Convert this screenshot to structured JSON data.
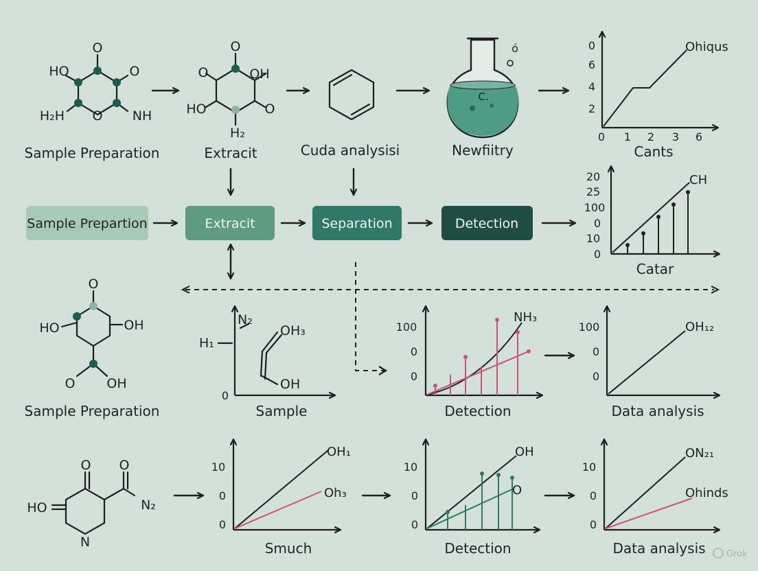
{
  "colors": {
    "background": "#d3e1da",
    "stage_light": "#a7c9b5",
    "stage_mid": "#5f9b80",
    "stage_dark": "#2f7766",
    "stage_darkest": "#1f4d44",
    "pink": "#c8537a",
    "green": "#2f7766",
    "flask_liquid": "#4e9b86",
    "atom_dark": "#1e5c52",
    "atom_light": "#8fb3a3"
  },
  "row1": {
    "mol1": {
      "atoms": [
        "O",
        "HO",
        "O",
        "H₂H",
        "O",
        "NH"
      ],
      "label": "Sample Preparation"
    },
    "mol2": {
      "atoms": [
        "O",
        "O",
        "OH",
        "HO",
        "O",
        "H₂"
      ],
      "label": "Extracit"
    },
    "mol3": {
      "label": "Cuda analysisi"
    },
    "flask": {
      "text": "C.",
      "label": "Newfiitry",
      "bubbles": "ó"
    },
    "chart_top": {
      "series_label": "Ohiqus",
      "yticks": [
        "0",
        "6",
        "4",
        "2"
      ],
      "xticks": [
        "0",
        "1",
        "2",
        "3",
        "6"
      ],
      "xlabel": "Cants"
    }
  },
  "stages": [
    {
      "label": "Sample Prepartion",
      "icon": "stage-sample-prep"
    },
    {
      "label": "Extracit",
      "icon": "stage-extract"
    },
    {
      "label": "Separation",
      "icon": "stage-separation"
    },
    {
      "label": "Detection",
      "icon": "stage-detection"
    }
  ],
  "chart_stem": {
    "series_label": "CH",
    "yticks": [
      "20",
      "25",
      "100",
      "0",
      "10",
      "0"
    ],
    "xlabel": "Catar"
  },
  "row3": {
    "mol4": {
      "atoms": [
        "O",
        "HO",
        "OH",
        "OH"
      ],
      "label": "Sample Preparation"
    },
    "sample_plot": {
      "labels": [
        "N₂",
        "H₁",
        "OH₃",
        "OH"
      ],
      "ytick": "0",
      "xlabel": "Sample"
    },
    "detection_plot": {
      "series_label": "NH₃",
      "yticks": [
        "100",
        "0",
        "0"
      ],
      "xlabel": "Detection"
    },
    "data_plot": {
      "series_label": "OH₁₂",
      "yticks": [
        "100",
        "0",
        "0"
      ],
      "xlabel": "Data analysis"
    }
  },
  "row4": {
    "mol5": {
      "atoms": [
        "O",
        "O",
        "N₂",
        "HO",
        "N"
      ]
    },
    "smuch_plot": {
      "series": [
        "OH₁",
        "Oh₃"
      ],
      "yticks": [
        "10",
        "0",
        "0"
      ],
      "xlabel": "Smuch"
    },
    "detection_plot": {
      "series": [
        "OH",
        "O"
      ],
      "yticks": [
        "10",
        "0",
        "0"
      ],
      "xlabel": "Detection"
    },
    "data_plot": {
      "series": [
        "ON₂₁",
        "Ohinds"
      ],
      "yticks": [
        "10",
        "0",
        "0"
      ],
      "xlabel": "Data analysis"
    }
  },
  "watermark": "Grok"
}
